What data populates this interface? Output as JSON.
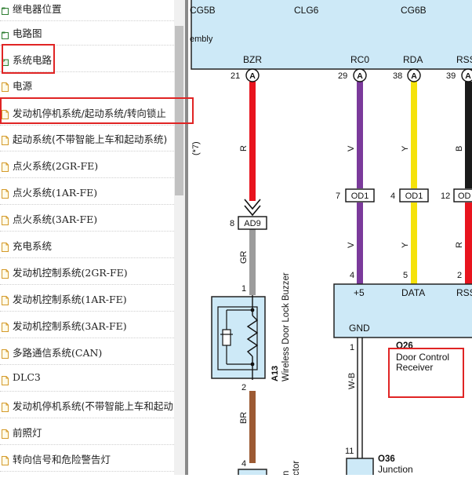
{
  "sidebar": {
    "items": [
      {
        "label": "继电器位置",
        "icon": "folder-icon"
      },
      {
        "label": "电路图",
        "icon": "folder-icon"
      },
      {
        "label": "系统电路",
        "icon": "folder-open-icon"
      },
      {
        "label": "电源",
        "icon": "document-icon"
      },
      {
        "label": "发动机停机系统/起动系统/转向锁止",
        "icon": "document-icon"
      },
      {
        "label": "起动系统(不带智能上车和起动系统)",
        "icon": "document-icon"
      },
      {
        "label": "点火系统(2GR-FE)",
        "icon": "document-icon"
      },
      {
        "label": "点火系统(1AR-FE)",
        "icon": "document-icon"
      },
      {
        "label": "点火系统(3AR-FE)",
        "icon": "document-icon"
      },
      {
        "label": "充电系统",
        "icon": "document-icon"
      },
      {
        "label": "发动机控制系统(2GR-FE)",
        "icon": "document-icon"
      },
      {
        "label": "发动机控制系统(1AR-FE)",
        "icon": "document-icon"
      },
      {
        "label": "发动机控制系统(3AR-FE)",
        "icon": "document-icon"
      },
      {
        "label": "多路通信系统(CAN)",
        "icon": "document-icon"
      },
      {
        "label": "DLC3",
        "icon": "document-icon"
      },
      {
        "label": "发动机停机系统(不带智能上车和起动",
        "icon": "document-icon"
      },
      {
        "label": "前照灯",
        "icon": "document-icon"
      },
      {
        "label": "转向信号和危险警告灯",
        "icon": "document-icon"
      }
    ]
  },
  "diagram": {
    "top_labels": [
      "CG5B",
      "CLG6",
      "CG6B"
    ],
    "assembly_text": "embly",
    "pin_names": [
      "BZR",
      "RC0",
      "RDA",
      "RSS"
    ],
    "pin_numbers": [
      "21",
      "29",
      "38",
      "39"
    ],
    "circle_letter": "A",
    "side_note": "(*7)",
    "wire_colors_top": [
      "R",
      "V",
      "Y",
      "B"
    ],
    "connector_OD1": {
      "label": "OD1",
      "pins": [
        "7",
        "4",
        "12"
      ],
      "last_partial": "OD"
    },
    "connector_AD9": {
      "label": "AD9",
      "pin": "8"
    },
    "wire_colors_mid": [
      "GR",
      "V",
      "Y",
      "R"
    ],
    "bottom_pins": [
      "1",
      "4",
      "5",
      "2"
    ],
    "door_control": {
      "pin_labels": [
        "+5",
        "DATA",
        "RSS",
        "GND"
      ],
      "id": "O26",
      "name_line1": "Door Control",
      "name_line2": "Receiver",
      "gnd_pin": "1"
    },
    "buzzer": {
      "id": "A13",
      "name": "Wireless Door Lock Buzzer",
      "pin_bottom": "2"
    },
    "wire_bottom_left": "BR",
    "wire_gnd": "W-B",
    "bottom_left_pin": "4",
    "junction": {
      "id": "O36",
      "name": "Junction",
      "pin": "11"
    },
    "partial_text": [
      "n",
      "ctor"
    ],
    "colors": {
      "panel": "#cde9f7",
      "red": "#e8141e",
      "purple": "#7b3a9b",
      "yellow": "#f5e20a",
      "black": "#1a1a1a",
      "gray": "#9c9c9c",
      "brown": "#9c5a33",
      "highlight": "#e02424"
    }
  }
}
